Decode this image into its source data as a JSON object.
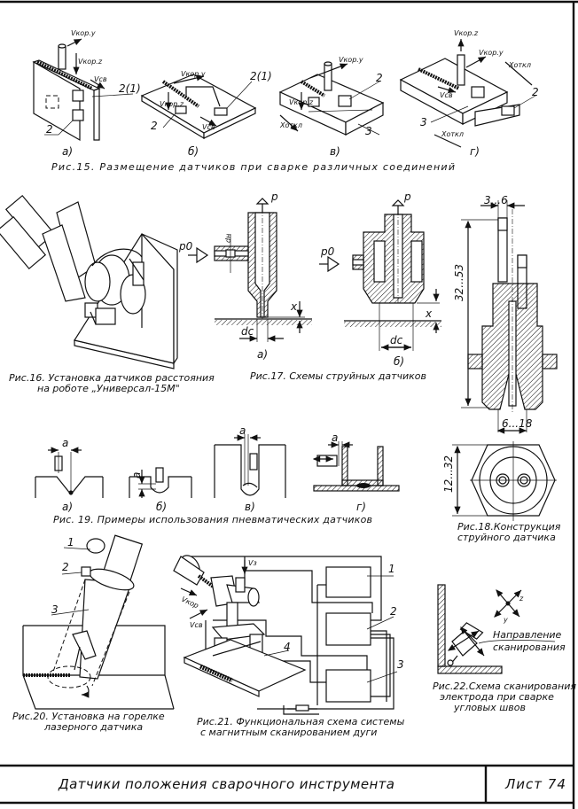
{
  "sheet": {
    "title": "Датчики положения сварочного инструмента",
    "sheet_label": "Лист 74"
  },
  "fig15": {
    "caption": "Рис.15. Размещение датчиков при сварке различных соединений",
    "subfigures": [
      {
        "label": "а)",
        "annotations": [
          "Vкор.y",
          "Vкор.z",
          "Vсв",
          "2(1)",
          "2"
        ]
      },
      {
        "label": "б)",
        "annotations": [
          "Vкор.y",
          "Vкор.z",
          "Vсв",
          "2(1)",
          "2"
        ]
      },
      {
        "label": "в)",
        "annotations": [
          "Vкор.y",
          "Vкор.z",
          "Xоткл",
          "2",
          "3"
        ]
      },
      {
        "label": "г)",
        "annotations": [
          "Vкор.z",
          "Vкор.y",
          "Vсв",
          "Xоткл",
          "Xоткл",
          "2",
          "3"
        ]
      }
    ]
  },
  "fig16": {
    "caption_line1": "Рис.16. Установка датчиков расстояния",
    "caption_line2": "на роботе „Универсал-15М\""
  },
  "fig17": {
    "caption": "Рис.17. Схемы струйных датчиков",
    "a": {
      "label": "а)",
      "p": "p",
      "p0": "p0",
      "dn": "dн",
      "x": "x",
      "dc": "dc"
    },
    "b": {
      "label": "б)",
      "p": "p",
      "p0": "p0",
      "x": "x",
      "dc": "dc"
    }
  },
  "fig18": {
    "caption_line1": "Рис.18.Конструкция",
    "caption_line2": "струйного датчика",
    "dim_top": "3...6",
    "dim_height": "32...53",
    "dim_bottom": "6...18",
    "dim_hex": "12...32"
  },
  "fig19": {
    "caption": "Рис. 19. Примеры использования пневматических датчиков",
    "subfigures": [
      {
        "label": "а)",
        "dim": "a"
      },
      {
        "label": "б)",
        "dim": "a"
      },
      {
        "label": "в)",
        "dim": "a"
      },
      {
        "label": "г)",
        "dim": "a"
      }
    ]
  },
  "fig20": {
    "caption_line1": "Рис.20. Установка на горелке",
    "caption_line2": "лазерного датчика",
    "callouts": [
      "1",
      "2",
      "3"
    ]
  },
  "fig21": {
    "caption_line1": "Рис.21. Функциональная схема системы",
    "caption_line2": "с магнитным сканированием дуги",
    "vz": "Vз",
    "vkor": "Vкор",
    "vsv": "Vсв",
    "callouts": [
      "1",
      "2",
      "3",
      "4"
    ]
  },
  "fig22": {
    "caption_line1": "Рис.22.Схема сканирования",
    "caption_line2": "электрода при сварке",
    "caption_line3": "угловых швов",
    "annotation_line1": "Направление",
    "annotation_line2": "сканирования",
    "axis_z": "z",
    "axis_y": "y"
  }
}
